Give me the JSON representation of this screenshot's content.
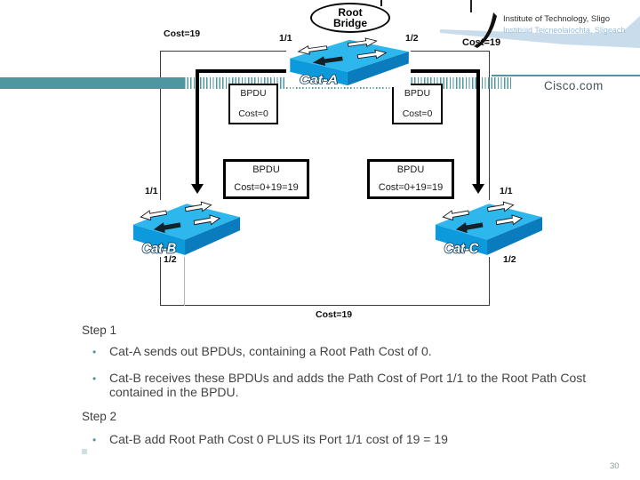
{
  "header": {
    "institute_line1": "Institute of Technology, Sligo",
    "institute_line2": "Institiúid Teicneolaíochta, Sligeach",
    "brand": "Cisco.com"
  },
  "diagram": {
    "root_bridge": {
      "line1": "Root",
      "line2": "Bridge"
    },
    "switches": {
      "cat_a": {
        "label": "Cat-A",
        "port_left": "1/1",
        "port_right": "1/2"
      },
      "cat_b": {
        "label": "Cat-B",
        "port_top": "1/1",
        "port_bottom": "1/2"
      },
      "cat_c": {
        "label": "Cat-C",
        "port_top": "1/1",
        "port_bottom": "1/2"
      }
    },
    "costs": {
      "left": "Cost=19",
      "right": "Cost=19",
      "bottom": "Cost=19"
    },
    "bpdu_boxes": [
      {
        "title": "BPDU",
        "cost": "Cost=0"
      },
      {
        "title": "BPDU",
        "cost": "Cost=0"
      },
      {
        "title": "BPDU",
        "cost": "Cost=0+19=19"
      },
      {
        "title": "BPDU",
        "cost": "Cost=0+19=19"
      }
    ]
  },
  "content": {
    "step1": {
      "heading": "Step 1",
      "bullets": [
        "Cat-A sends out BPDUs, containing a Root Path Cost of 0.",
        "Cat-B receives these BPDUs and adds the Path Cost of Port 1/1 to the Root Path Cost contained in the BPDU."
      ]
    },
    "step2": {
      "heading": "Step 2",
      "bullets": [
        "Cat-B add Root Path Cost 0 PLUS its Port 1/1 cost of 19 = 19"
      ]
    }
  },
  "footer": {
    "page_number": "30"
  },
  "colors": {
    "teal_accent": "#4E97A0",
    "switch_top_blue": "#2EB7EC",
    "switch_front_blue": "#0D9ADC",
    "switch_side_blue": "#0A7CBE",
    "logo_light_blue": "#96BBD9"
  }
}
